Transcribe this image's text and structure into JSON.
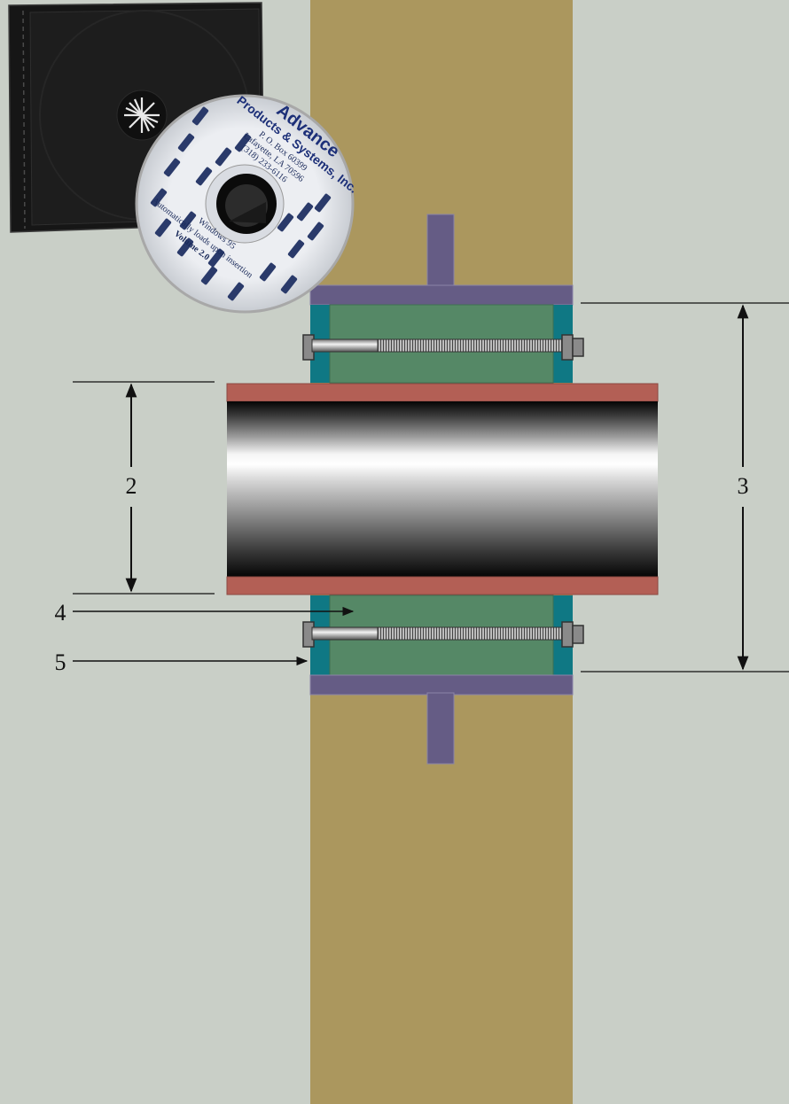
{
  "colors": {
    "background": "#c9cfc7",
    "wall": "#ab975e",
    "flange": "#655c85",
    "seal_core": "#558866",
    "seal_edge": "#0f7884",
    "pipe_sleeve": "#b35f55"
  },
  "callouts": [
    {
      "id": "2",
      "label": "2"
    },
    {
      "id": "3",
      "label": "3"
    },
    {
      "id": "4",
      "label": "4"
    },
    {
      "id": "5",
      "label": "5"
    }
  ],
  "cd": {
    "company_line1": "Advance",
    "company_line2": "Products & Systems, Inc.",
    "address1": "P. O. Box 60399",
    "address2": "Lafayette, LA 70596",
    "phone": "(318) 233-6116",
    "os": "Windows 95",
    "autoload": "Automatically loads upon insertion",
    "volume": "Volume 2.0"
  }
}
